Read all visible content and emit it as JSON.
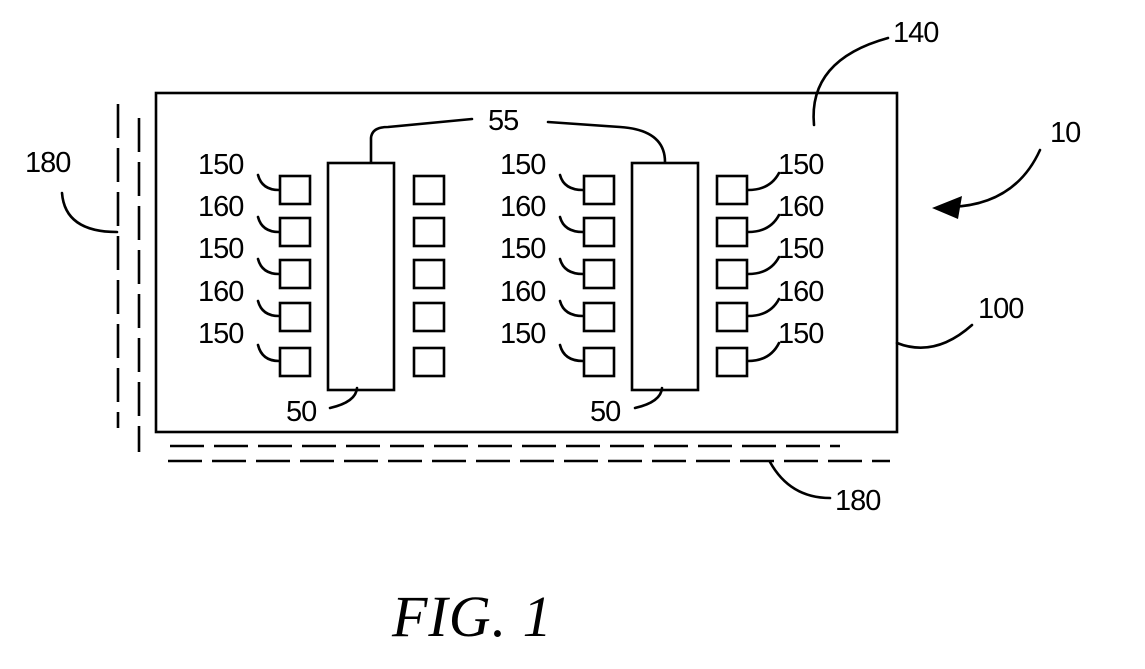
{
  "figure": {
    "caption": "FIG. 1",
    "refs": {
      "device": "10",
      "outline": "100",
      "boundary": "140",
      "dashed_left": "180",
      "dashed_bottom": "180",
      "bracket": "55",
      "chip_left": "50",
      "chip_right": "50"
    },
    "pads_left_group_labels": [
      "150",
      "160",
      "150",
      "160",
      "150"
    ],
    "pads_right_inner_labels": [
      "150",
      "160",
      "150",
      "160",
      "150"
    ],
    "pads_right_outer_labels": [
      "150",
      "160",
      "150",
      "160",
      "150"
    ]
  }
}
